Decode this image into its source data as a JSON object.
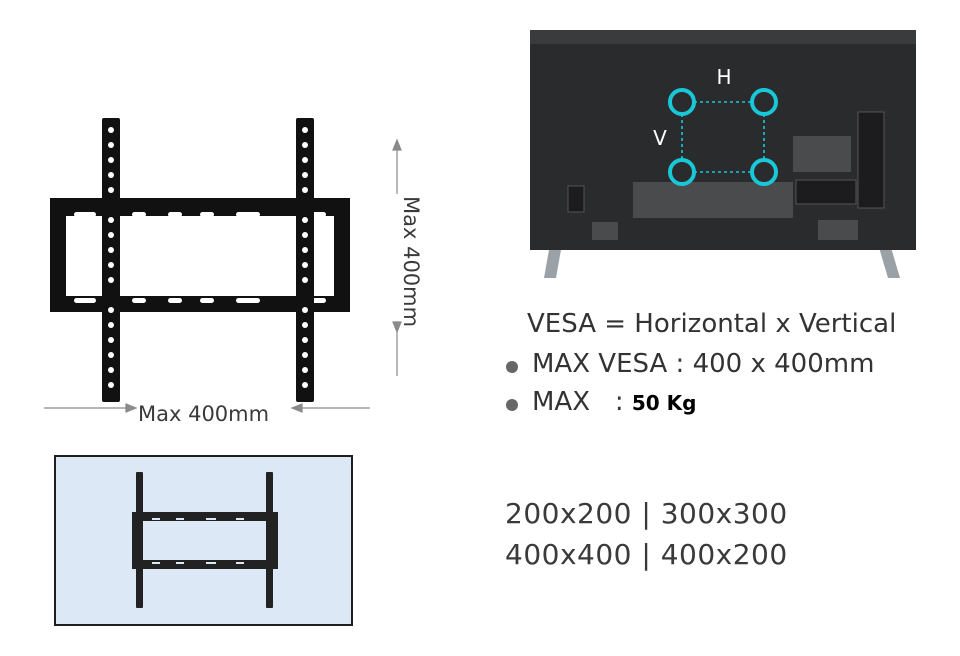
{
  "diagram": {
    "width_label": "Max 400mm",
    "height_label": "Max 400mm"
  },
  "tv": {
    "h_label": "H",
    "v_label": "V",
    "accent_color": "#19c8d8"
  },
  "specs": {
    "formula": "VESA = Horizontal x Vertical",
    "max_vesa": "MAX VESA : 400 x 400mm",
    "max_weight_label": "MAX   :",
    "max_weight_value": "50 Kg"
  },
  "compat": {
    "line1": "200x200 | 300x300",
    "line2": "400x400 | 400x200"
  }
}
